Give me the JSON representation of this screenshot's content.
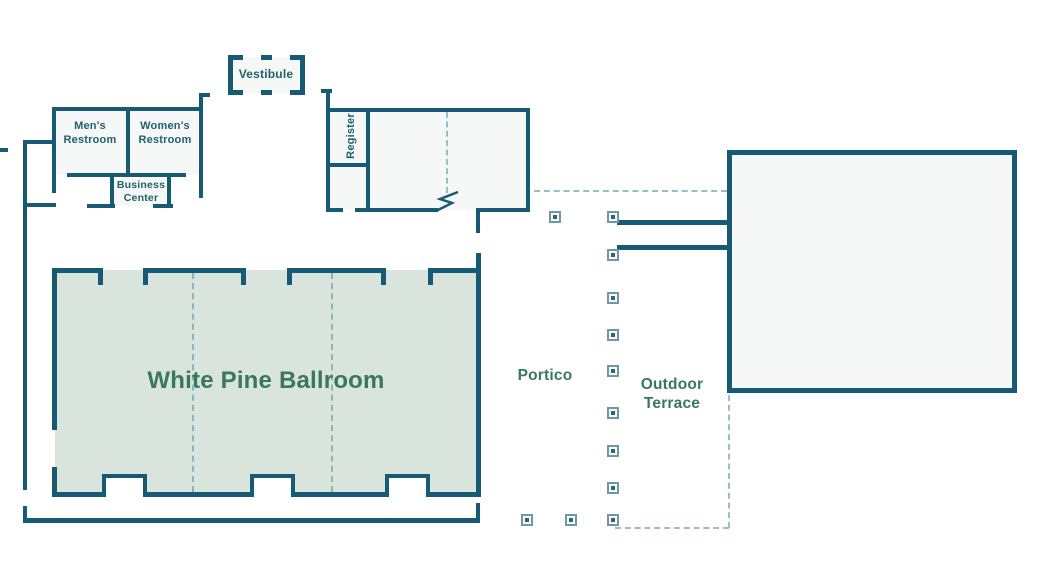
{
  "colors": {
    "wall": "#175a73",
    "room_fill": "#f5f8f7",
    "ballroom_fill": "#d9e4dd",
    "dash": "#96bfc9",
    "divider_dash": "#8ab5c0",
    "pillar_border": "#6f98a5",
    "pillar_dot": "#2e6678",
    "label_green": "#38785c",
    "label_teal": "#20616b",
    "background": "#ffffff"
  },
  "rooms": {
    "vestibule": {
      "label": "Vestibule"
    },
    "mens_restroom": {
      "label": "Men's Restroom"
    },
    "womens_restroom": {
      "label": "Women's Restroom"
    },
    "business_center": {
      "label": "Business Center"
    },
    "register": {
      "label": "Register"
    },
    "ballroom": {
      "label": "White Pine Ballroom"
    },
    "portico": {
      "label": "Portico"
    },
    "outdoor_terrace": {
      "label": "Outdoor Terrace"
    }
  }
}
